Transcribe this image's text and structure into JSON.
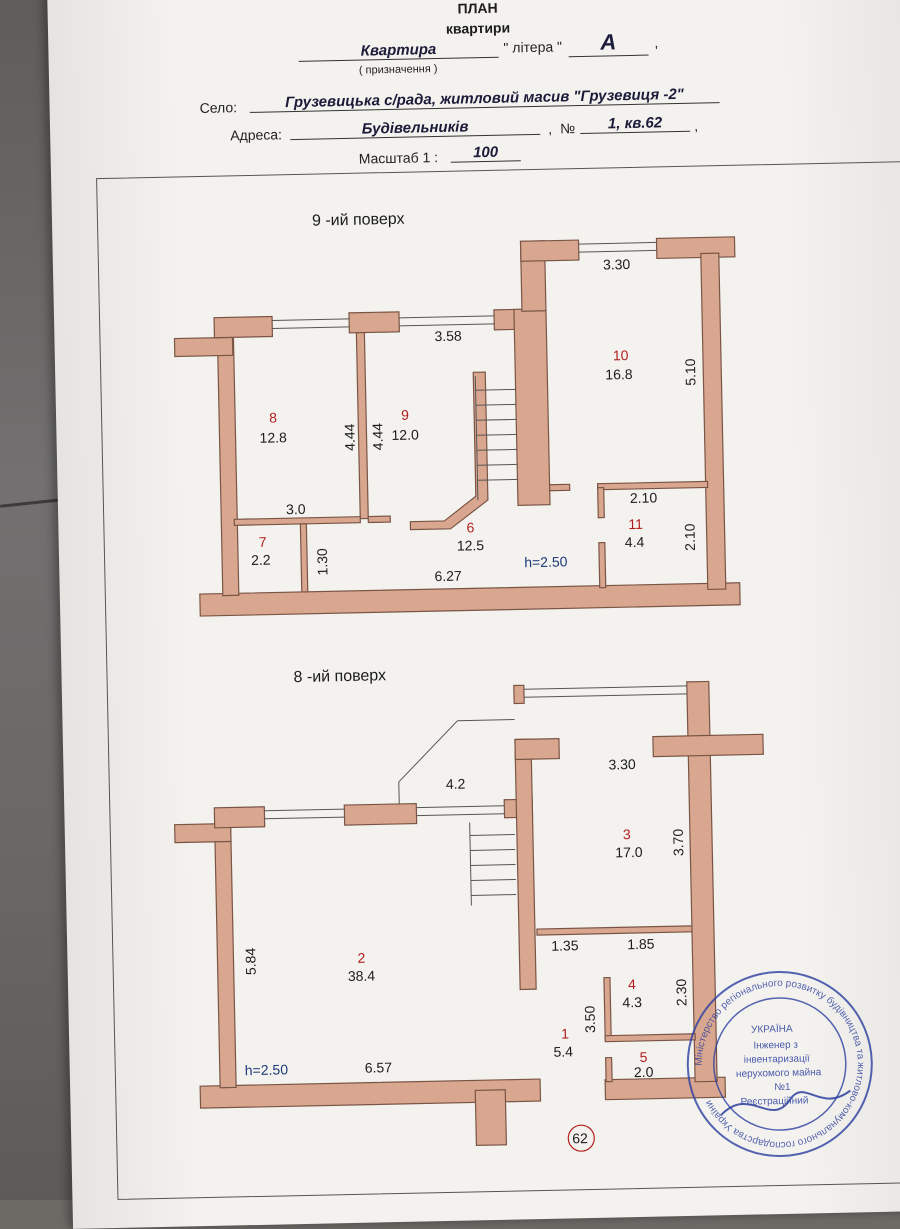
{
  "header": {
    "title1": "ПЛАН",
    "title2": "квартири",
    "purpose_value": "Квартира",
    "purpose_caption": "( призначення )",
    "litera_label": "\" літера \"",
    "litera_value": "А",
    "village_label": "Село:",
    "village_value": "Грузевицька с/рада, житловий масив \"Грузевиця -2\"",
    "address_label": "Адреса:",
    "address_value": "Будівельників",
    "number_label": "№",
    "number_value": "1, кв.62",
    "scale_label": "Масштаб 1 :",
    "scale_value": "100"
  },
  "floor9": {
    "label": "9 -ий поверх",
    "height": "h=2.50",
    "rooms": [
      {
        "num": "8",
        "area": "12.8"
      },
      {
        "num": "9",
        "area": "12.0"
      },
      {
        "num": "10",
        "area": "16.8"
      },
      {
        "num": "6",
        "area": "12.5"
      },
      {
        "num": "7",
        "area": "2.2"
      },
      {
        "num": "11",
        "area": "4.4"
      }
    ],
    "dims": {
      "d1": "3.30",
      "d2": "3.58",
      "d3": "5.10",
      "d4": "4.44",
      "d5": "4.44",
      "d6": "3.0",
      "d7": "1.30",
      "d8": "6.27",
      "d9": "2.10",
      "d10": "2.10"
    }
  },
  "floor8": {
    "label": "8 -ий поверх",
    "height": "h=2.50",
    "rooms": [
      {
        "num": "2",
        "area": "38.4"
      },
      {
        "num": "3",
        "area": "17.0"
      },
      {
        "num": "4",
        "area": "4.3"
      },
      {
        "num": "1",
        "area": "5.4"
      },
      {
        "num": "5",
        "area": "2.0"
      }
    ],
    "landing_area": "4.2",
    "dims": {
      "d1": "3.30",
      "d2": "3.70",
      "d3": "5.84",
      "d4": "1.35",
      "d5": "1.85",
      "d6": "2.30",
      "d7": "3.50",
      "d8": "6.57"
    }
  },
  "sheet_number": "62",
  "stamp": {
    "ring_text": "Міністерство регіонального розвитку будівництва та житлово-комунального господарства України",
    "center1": "УКРАЇНА",
    "center2": "Інженер з",
    "center3": "інвентаризації",
    "center4": "нерухомого майна",
    "center5": "№1",
    "center6": "Реєстраційний"
  },
  "colors": {
    "wall": "#d9a78f",
    "paper": "#f4f2ee",
    "stamp": "#2b3fa0",
    "room_number": "#b02020"
  }
}
